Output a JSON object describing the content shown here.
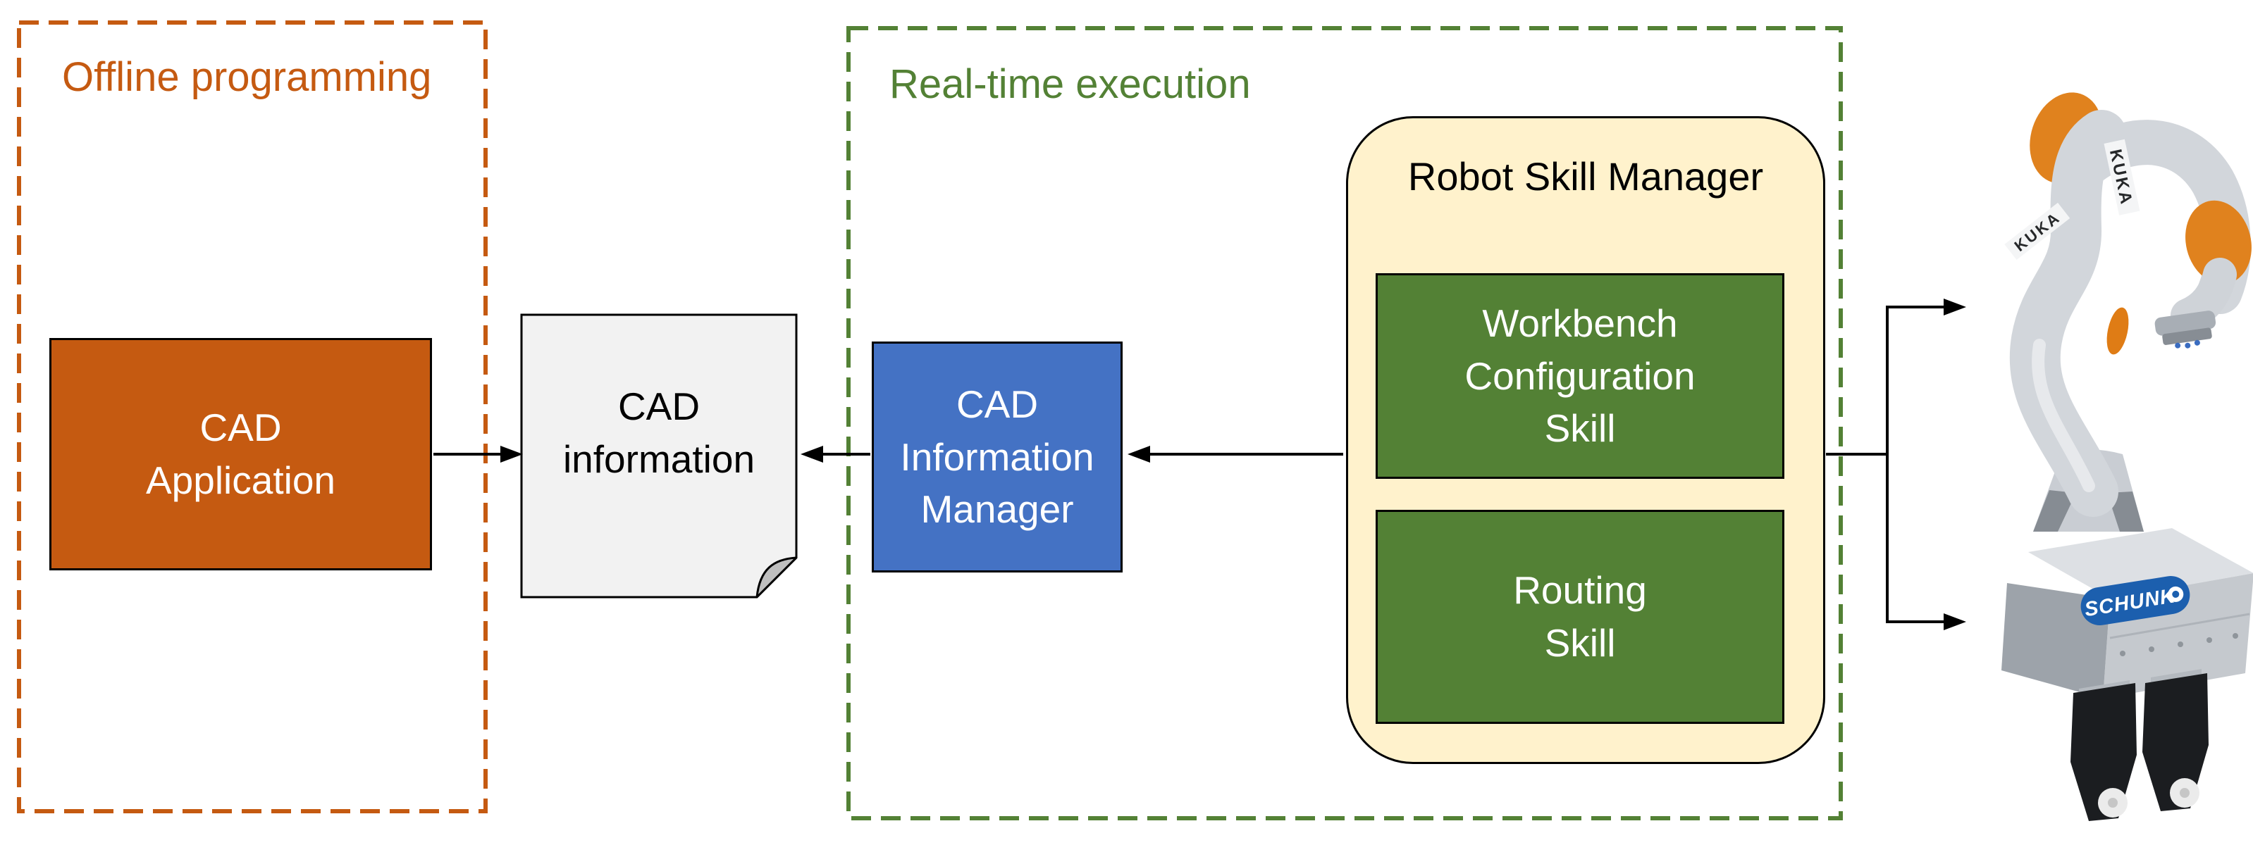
{
  "figure": {
    "groups": {
      "offline": {
        "label": "Offline programming",
        "border_color": "#C55A11"
      },
      "realtime": {
        "label": "Real-time execution",
        "border_color": "#538135"
      }
    },
    "nodes": {
      "cad_application": {
        "lines": [
          "CAD",
          "Application"
        ],
        "fill": "#C55A11",
        "text_color": "#FFFFFF"
      },
      "cad_information": {
        "lines": [
          "CAD",
          "information"
        ],
        "fill": "#F2F2F2",
        "text_color": "#000000",
        "shape": "folded-document",
        "fold_color": "#BFBFBF"
      },
      "cad_information_manager": {
        "lines": [
          "CAD",
          "Information",
          "Manager"
        ],
        "fill": "#4472C4",
        "text_color": "#FFFFFF"
      },
      "robot_skill_manager": {
        "label": "Robot Skill Manager",
        "fill": "#FFF2CC",
        "text_color": "#000000"
      },
      "workbench_configuration_skill": {
        "lines": [
          "Workbench",
          "Configuration",
          "Skill"
        ],
        "fill": "#538135",
        "text_color": "#FFFFFF"
      },
      "routing_skill": {
        "lines": [
          "Routing",
          "Skill"
        ],
        "fill": "#538135",
        "text_color": "#FFFFFF"
      }
    },
    "devices": {
      "robot": {
        "brand": "KUKA",
        "accent_color": "#E0821E"
      },
      "gripper": {
        "brand": "SCHUNK",
        "logo_color": "#1C5FAE"
      }
    },
    "connections": [
      {
        "from": "cad_application",
        "to": "cad_information",
        "type": "arrow"
      },
      {
        "from": "cad_information_manager",
        "to": "cad_information",
        "type": "arrow"
      },
      {
        "from": "robot_skill_manager",
        "to": "cad_information_manager",
        "type": "arrow"
      },
      {
        "from": "robot_skill_manager",
        "to": "robot",
        "type": "arrow"
      },
      {
        "from": "robot_skill_manager",
        "to": "gripper",
        "type": "arrow"
      }
    ],
    "arrow_color": "#000000"
  }
}
